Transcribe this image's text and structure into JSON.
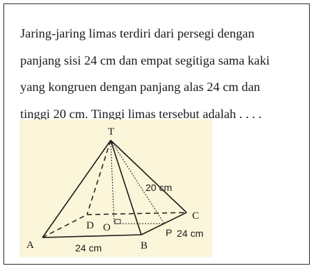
{
  "question": {
    "lines": [
      "Jaring-jaring limas terdiri dari persegi dengan",
      "panjang sisi 24 cm dan empat segitiga sama kaki",
      "yang kongruen dengan panjang alas 24 cm dan",
      "tinggi 20 cm. Tinggi limas tersebut adalah . . . ."
    ]
  },
  "figure": {
    "background_color": "#fbf5d9",
    "stroke_color": "#1a1a1a",
    "vertex_labels": {
      "T": "T",
      "A": "A",
      "B": "B",
      "C": "C",
      "D": "D",
      "O": "O",
      "P": "P"
    },
    "measure_labels": {
      "slant_height": "20 cm",
      "side_bc": "24 cm",
      "base_ab": "24 cm"
    }
  }
}
